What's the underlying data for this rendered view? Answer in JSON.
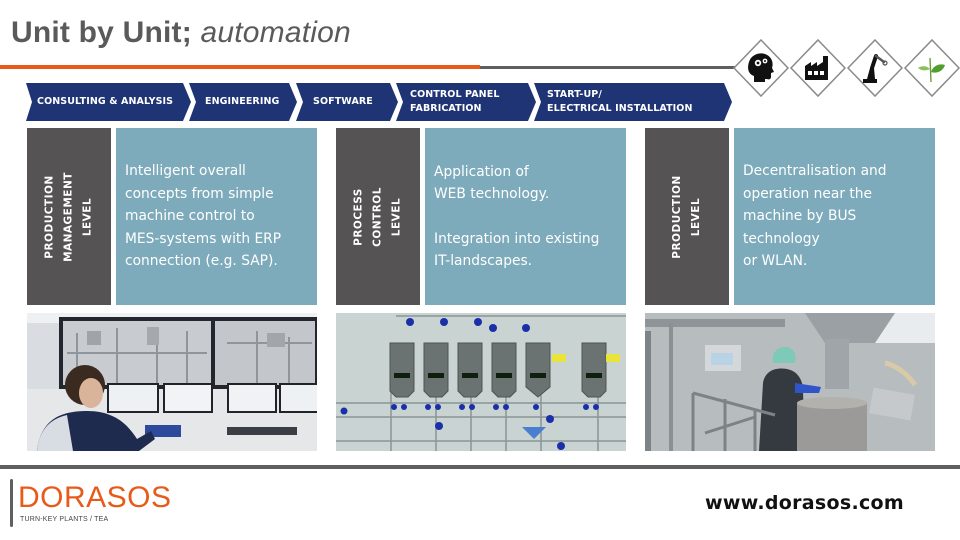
{
  "header": {
    "title_bold": "Unit by Unit;",
    "title_italic": "automation"
  },
  "icons": [
    {
      "name": "head-gears-icon",
      "meaning": "consulting / thinking"
    },
    {
      "name": "factory-icon",
      "meaning": "plant"
    },
    {
      "name": "robot-arm-icon",
      "meaning": "automation"
    },
    {
      "name": "tea-leaf-icon",
      "meaning": "tea"
    }
  ],
  "process_steps": [
    {
      "label": "CONSULTING & ANALYSIS"
    },
    {
      "label": "ENGINEERING"
    },
    {
      "label": "SOFTWARE"
    },
    {
      "label": "CONTROL PANEL\nFABRICATION"
    },
    {
      "label": "START-UP/\nELECTRICAL INSTALLATION"
    }
  ],
  "levels": [
    {
      "side_label": "PRODUCTION\nMANAGEMENT  LEVEL",
      "paragraphs": [
        "Intelligent overall\nconcepts from simple\nmachine control to\nMES-systems with ERP\nconnection (e.g.  SAP)."
      ],
      "photo": "control-room-operator-photo"
    },
    {
      "side_label": "PROCESS  CONTROL\nLEVEL",
      "paragraphs": [
        "Application of\nWEB technology.",
        "Integration into existing\nIT-landscapes."
      ],
      "photo": "scada-silo-diagram-photo"
    },
    {
      "side_label": "PRODUCTION  LEVEL",
      "paragraphs": [
        "Decentralisation and\noperation near the\nmachine by BUS\ntechnology\nor WLAN."
      ],
      "photo": "plant-worker-photo"
    }
  ],
  "footer": {
    "logo_name": "DORASOS",
    "logo_tagline": "TURN-KEY PLANTS / TEA",
    "website": "www.dorasos.com"
  },
  "colors": {
    "accent_orange": "#e85a1a",
    "process_navy": "#1f3475",
    "side_gray": "#555354",
    "body_teal": "#7dabbb",
    "title_gray": "#5a5a5a"
  }
}
